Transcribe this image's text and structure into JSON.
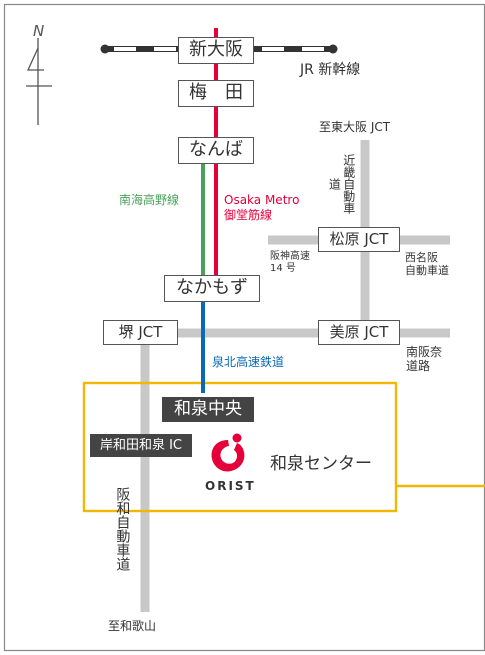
{
  "colors": {
    "road": "#c8c8c8",
    "shinkansen": "#333333",
    "midosuji": "#e5003a",
    "nankai": "#4aa25a",
    "senboku": "#0a69b5",
    "highlight_box": "#f2b705",
    "frame": "#888888",
    "dark_label": "#444444",
    "logo_red": "#e5003a"
  },
  "north_mark": "N",
  "stations": {
    "shin_osaka": "新大阪",
    "umeda": "梅　田",
    "namba": "なんば",
    "nakamozu": "なかもず",
    "izumi_chuo": "和泉中央"
  },
  "lines": {
    "jr_shinkansen": "JR 新幹線",
    "nankai_koya": "南海高野線",
    "osaka_metro": "Osaka Metro",
    "midosuji": "御堂筋線",
    "senboku": "泉北高速鉄道"
  },
  "junctions": {
    "matsubara": "松原 JCT",
    "mihara": "美原 JCT",
    "sakai": "堺 JCT",
    "kishiwada_izumi_ic": "岸和田和泉 IC"
  },
  "roads": {
    "to_higashi_osaka": "至東大阪 JCT",
    "kinki_expressway": "近畿自動車道",
    "hanshin_14_line1": "阪神高速",
    "hanshin_14_line2": "14 号",
    "nishi_meihan_line1": "西名阪",
    "nishi_meihan_line2": "自動車道",
    "minami_hanna_line1": "南阪奈",
    "minami_hanna_line2": "道路",
    "hanwa_expressway": "阪和自動車道",
    "to_wakayama": "至和歌山"
  },
  "destination": {
    "logo_text": "ORIST",
    "name": "和泉センター"
  }
}
